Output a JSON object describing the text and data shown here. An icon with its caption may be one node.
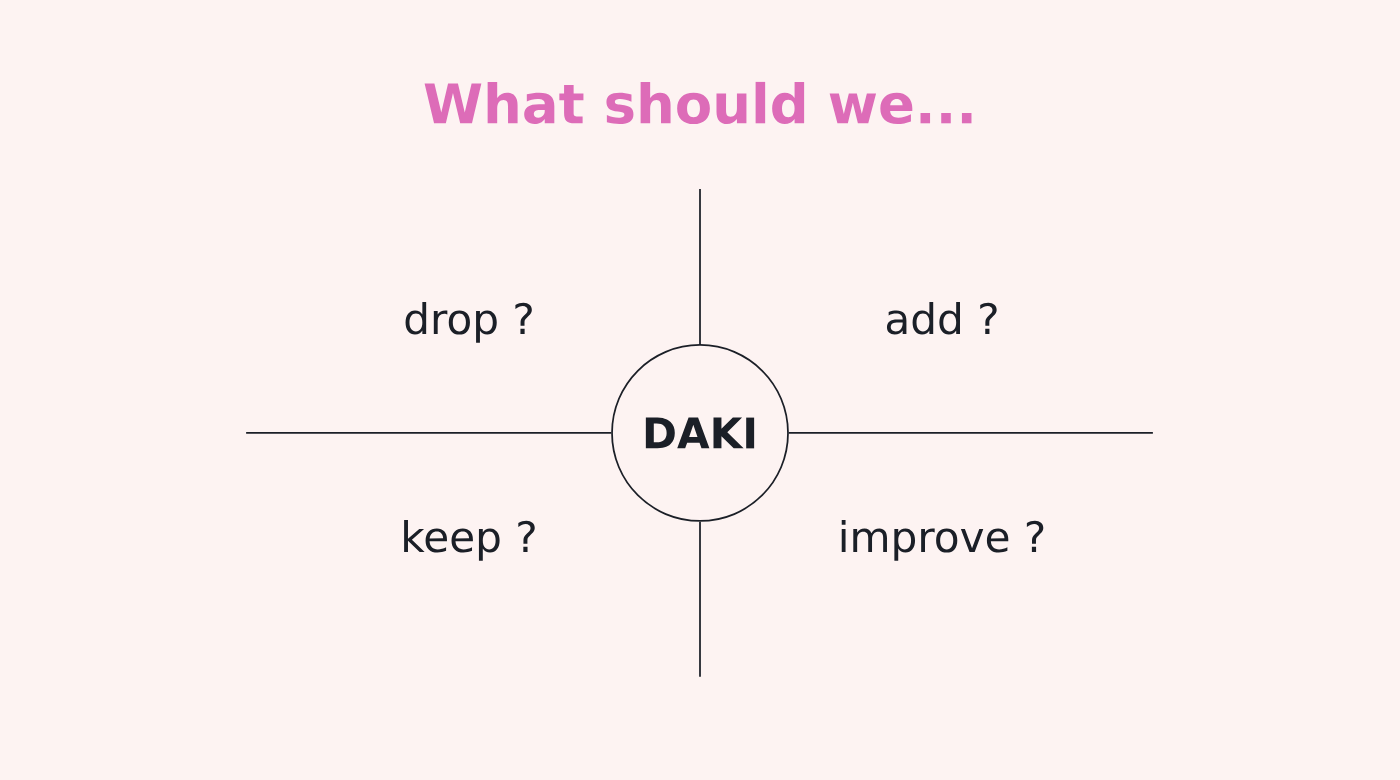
{
  "diagram": {
    "title": "What should we...",
    "nodes": [
      {
        "text": [
          "DAKI"
        ]
      }
    ],
    "labels": [
      "drop ?",
      "add ?",
      "keep ?",
      "improve ?"
    ]
  }
}
